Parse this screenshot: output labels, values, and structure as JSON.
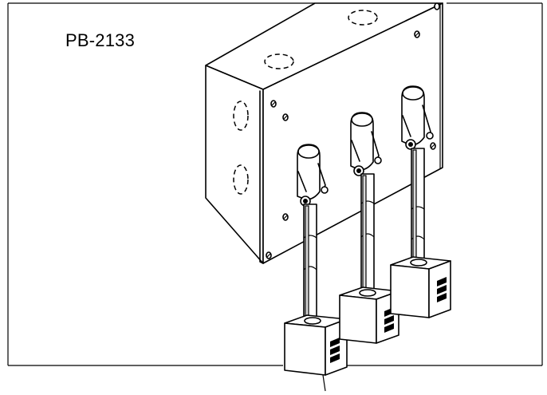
{
  "diagram": {
    "part_number": "PB-2133",
    "components": [
      {
        "name": "junction-box",
        "icon": "junction-box-icon"
      },
      {
        "name": "cable-assembly-1",
        "icon": "pendant-cable-icon"
      },
      {
        "name": "cable-assembly-2",
        "icon": "pendant-cable-icon"
      },
      {
        "name": "cable-assembly-3",
        "icon": "pendant-cable-icon"
      }
    ],
    "line_color": "#000000",
    "fill_color": "#ffffff",
    "shade_color": "#d9d9d9"
  }
}
